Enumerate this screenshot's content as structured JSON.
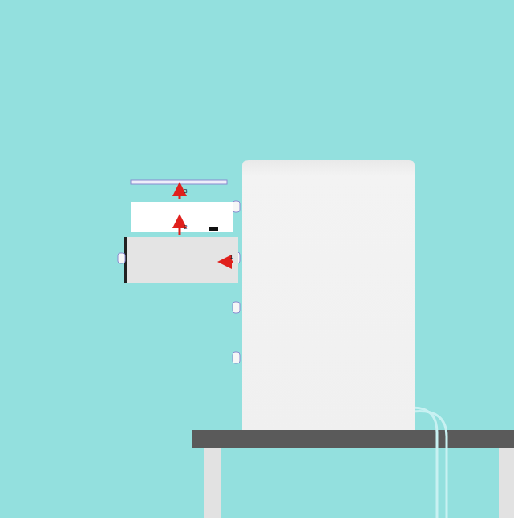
{
  "diagram": {
    "labels": [
      "3",
      "2",
      "1"
    ]
  }
}
